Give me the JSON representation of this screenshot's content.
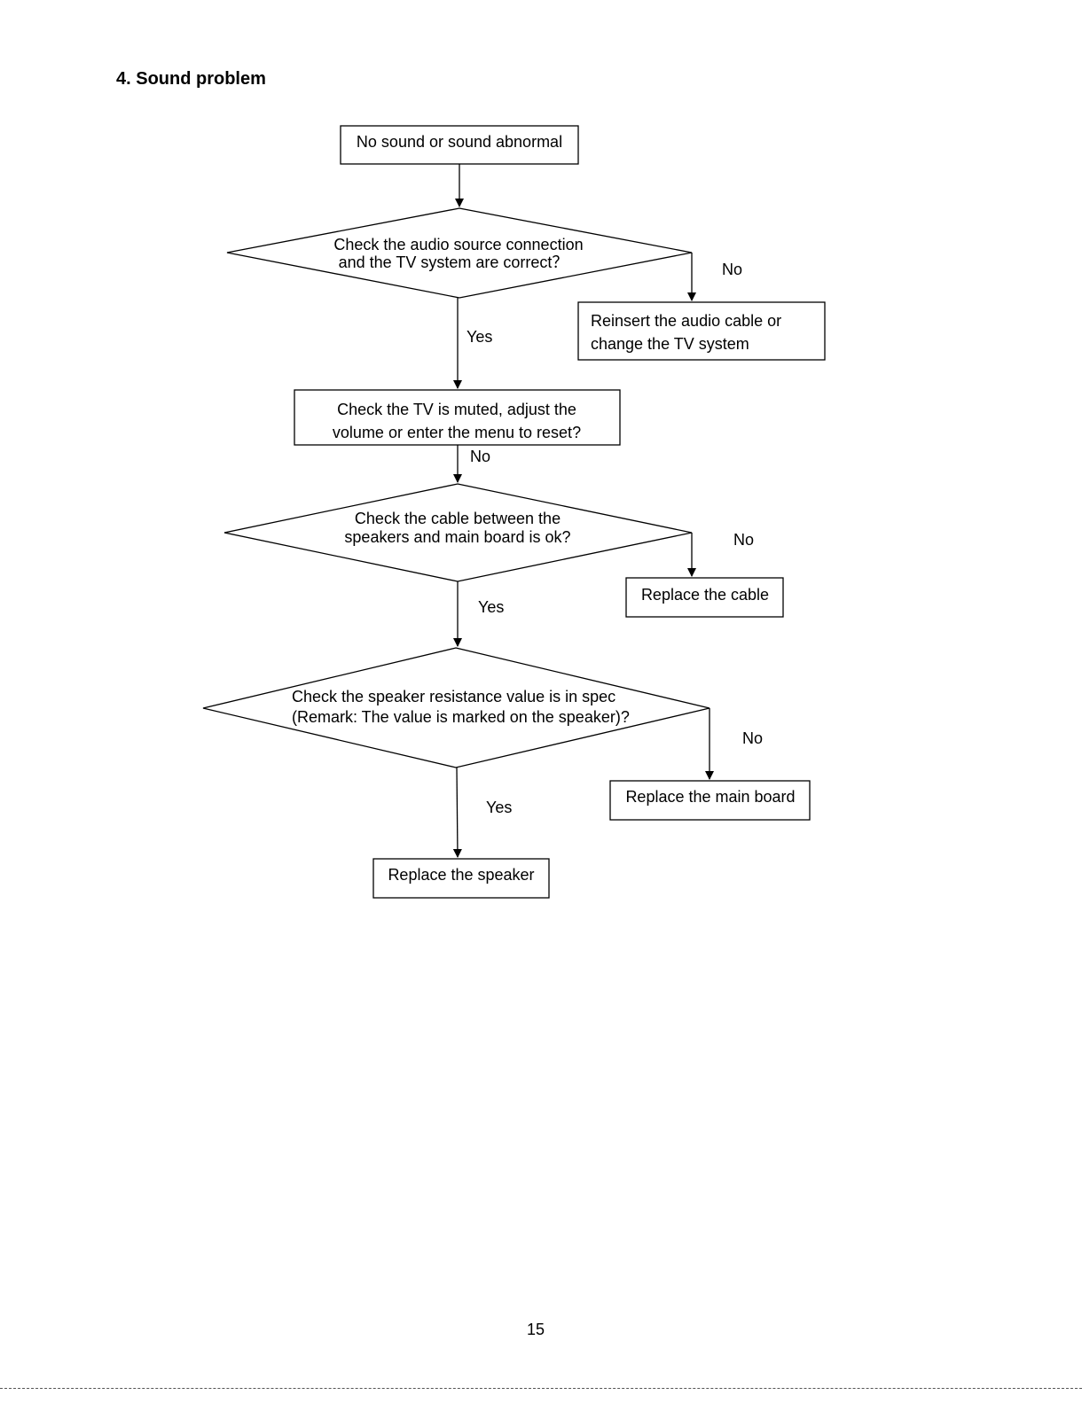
{
  "heading": "4. Sound problem",
  "page_number": "15",
  "nodes": {
    "start": {
      "lines": [
        "No sound or sound abnormal"
      ]
    },
    "q_audio_source": {
      "lines": [
        "Check the audio source connection",
        "and the TV system are correct？"
      ]
    },
    "fix_reinsert": {
      "lines": [
        "Reinsert the audio cable or",
        "change the TV system"
      ]
    },
    "check_muted": {
      "lines": [
        "Check the TV is muted, adjust the",
        "volume or enter the menu to reset?"
      ]
    },
    "q_cable": {
      "lines": [
        "Check the cable between the",
        "speakers and main board is ok?"
      ]
    },
    "fix_cable": {
      "lines": [
        "Replace the cable"
      ]
    },
    "q_resistance": {
      "lines": [
        "Check the speaker resistance value is in spec",
        "(Remark: The value is marked on the speaker)?"
      ]
    },
    "fix_main_board": {
      "lines": [
        "Replace the main board"
      ]
    },
    "fix_speaker": {
      "lines": [
        "Replace the speaker"
      ]
    }
  },
  "edges": {
    "e1": {
      "label": "No"
    },
    "e2": {
      "label": "Yes"
    },
    "e3": {
      "label": "No"
    },
    "e4": {
      "label": "No"
    },
    "e5": {
      "label": "Yes"
    },
    "e6": {
      "label": "No"
    },
    "e7": {
      "label": "Yes"
    }
  }
}
